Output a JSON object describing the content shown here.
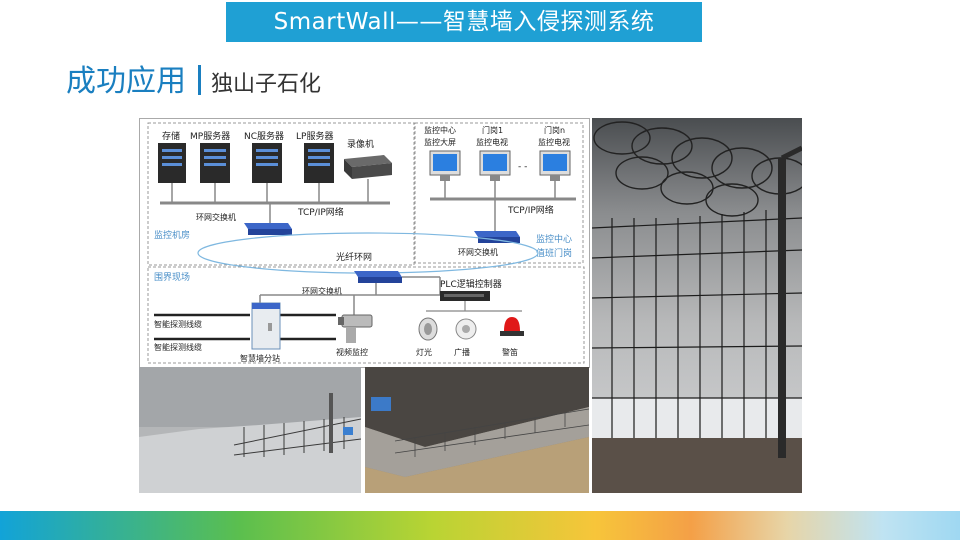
{
  "header": {
    "title": "SmartWall——智慧墙入侵探测系统"
  },
  "section": {
    "title": "成功应用",
    "subtitle": "独山子石化"
  },
  "diagram": {
    "servers": [
      "存储",
      "MP服务器",
      "NC服务器",
      "LP服务器",
      "录像机"
    ],
    "monitors": [
      {
        "line1": "监控中心",
        "line2": "监控大屏"
      },
      {
        "line1": "门岗1",
        "line2": "监控电视"
      },
      {
        "line1": "门岗n",
        "line2": "监控电视"
      }
    ],
    "ellipsis": "- -",
    "tcp_ip_left": "TCP/IP网络",
    "tcp_ip_right": "TCP/IP网络",
    "switch_left": "环网交换机",
    "switch_right": "环网交换机",
    "switch_bottom": "环网交换机",
    "zone_room": "监控机房",
    "zone_center_1": "监控中心",
    "zone_center_2": "值班门岗",
    "fiber_ring": "光纤环网",
    "zone_perimeter": "围界现场",
    "plc": "PLC逻辑控制器",
    "cable_1": "智能探测线缆",
    "cable_2": "智能探测线缆",
    "substation": "智慧墙分站",
    "video": "视频监控",
    "light": "灯光",
    "broadcast": "广播",
    "alarm": "警笛"
  },
  "colors": {
    "title_bg": "#1fa0d4",
    "heading": "#1a7fc0",
    "zone_label": "#4a8fc8"
  }
}
